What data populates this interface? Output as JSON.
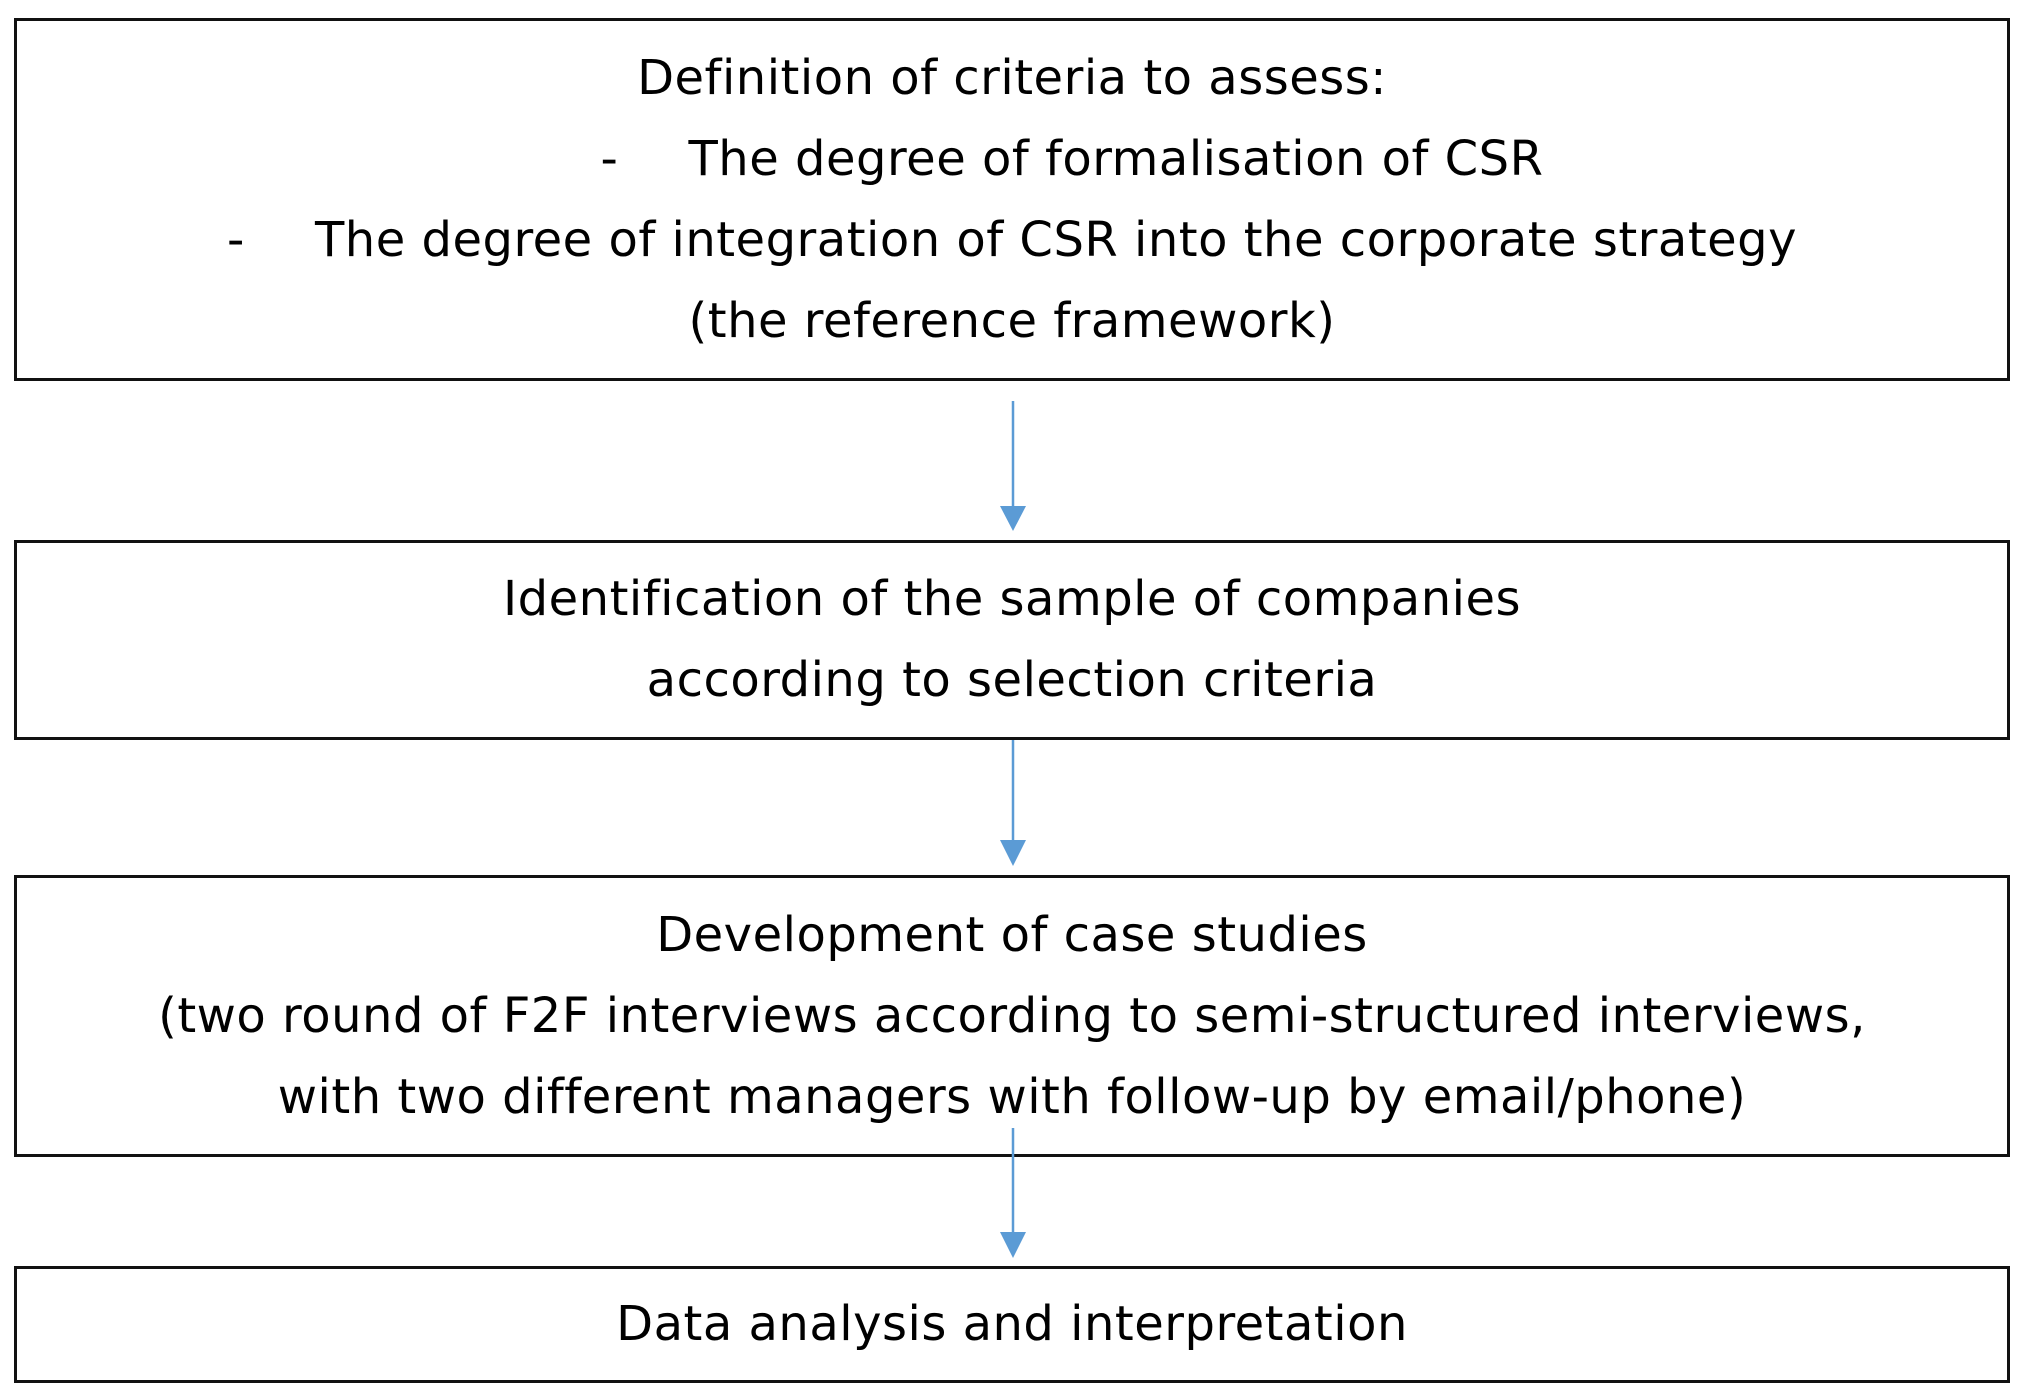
{
  "colors": {
    "border": "#111111",
    "arrow": "#5b9bd5",
    "text": "#000000",
    "background": "#ffffff"
  },
  "steps": [
    {
      "heading": "Definition of criteria to assess:",
      "bullets": [
        "The degree of formalisation of CSR",
        "The degree of integration of CSR into the corporate strategy"
      ],
      "bullet_marker": "-",
      "footer": "(the reference framework)"
    },
    {
      "lines": [
        "Identification of the sample of companies",
        "according to selection criteria"
      ]
    },
    {
      "lines": [
        "Development of case studies",
        "(two round of F2F interviews according to semi-structured interviews,",
        "with two different managers with follow-up by email/phone)"
      ]
    },
    {
      "lines": [
        "Data analysis and interpretation"
      ]
    }
  ],
  "arrow_icons": [
    "arrow-down-icon",
    "arrow-down-icon",
    "arrow-down-icon"
  ]
}
